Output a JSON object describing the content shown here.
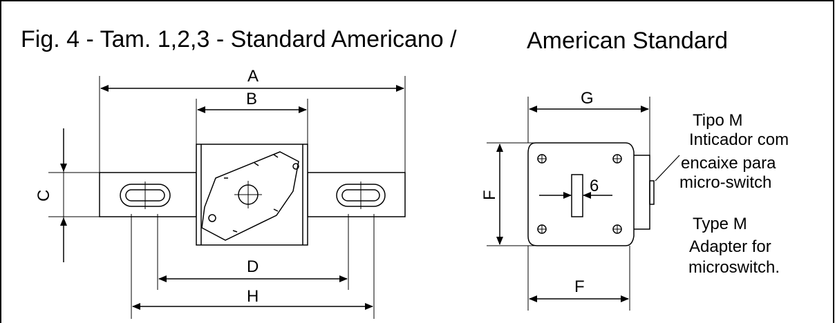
{
  "title": {
    "part1": "Fig. 4 - Tam.  1,2,3 - Standard Americano  /",
    "part2": "American Standard"
  },
  "dimensions": {
    "A": "A",
    "B": "B",
    "C": "C",
    "D": "D",
    "H": "H",
    "G": "G",
    "F_side": "F",
    "F_bottom": "F",
    "six": "6"
  },
  "notes": {
    "tipo_m": [
      "Tipo M",
      "Inticador com",
      "encaixe para",
      "micro-switch"
    ],
    "type_m": [
      "Type M",
      "Adapter for",
      "microswitch."
    ]
  }
}
